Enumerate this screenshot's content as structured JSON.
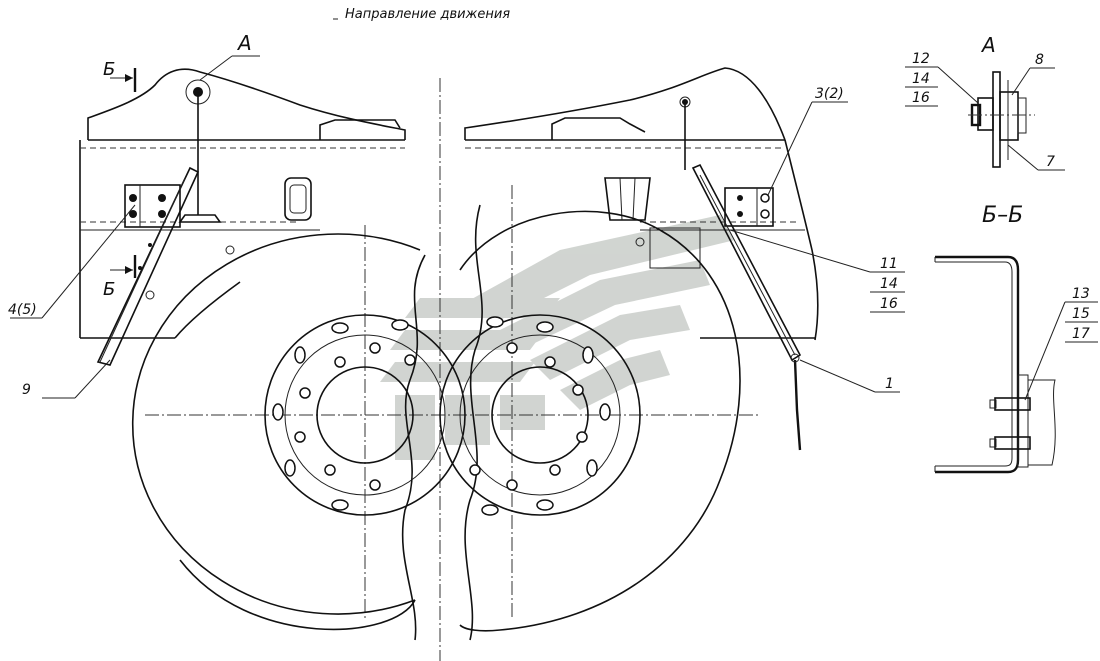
{
  "drawing": {
    "direction_caption": "Направление движения",
    "view_a_label": "А",
    "view_a_detail_title": "А",
    "section_label": "Б",
    "section_title": "Б–Б",
    "callouts": {
      "c1": "1",
      "c3_2": "3(2)",
      "c4_5": "4(5)",
      "c7": "7",
      "c8": "8",
      "c9": "9",
      "c11": "11",
      "c12": "12",
      "c13": "13",
      "c14a": "14",
      "c14b": "14",
      "c15": "15",
      "c16a": "16",
      "c16b": "16",
      "c17": "17"
    },
    "watermark_color": "#9aa29a",
    "line_color": "#111111"
  }
}
